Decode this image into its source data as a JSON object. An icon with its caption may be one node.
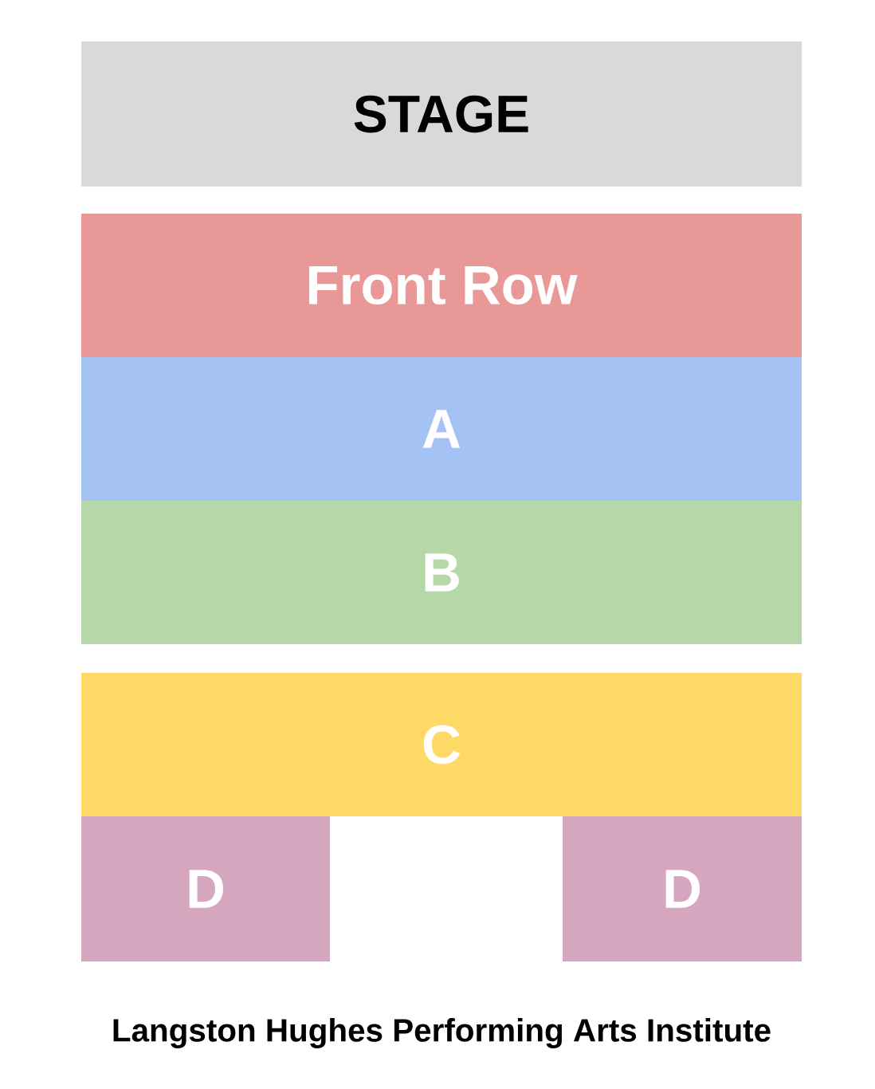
{
  "diagram": {
    "caption": "Langston Hughes Performing Arts Institute",
    "nodes": [
      {
        "text": [
          "STAGE"
        ]
      },
      {
        "text": [
          "Front Row"
        ]
      },
      {
        "text": [
          "A"
        ]
      },
      {
        "text": [
          "B"
        ]
      },
      {
        "text": [
          "C"
        ]
      },
      {
        "text": [
          "D"
        ]
      },
      {
        "text": [
          "D"
        ]
      }
    ]
  }
}
